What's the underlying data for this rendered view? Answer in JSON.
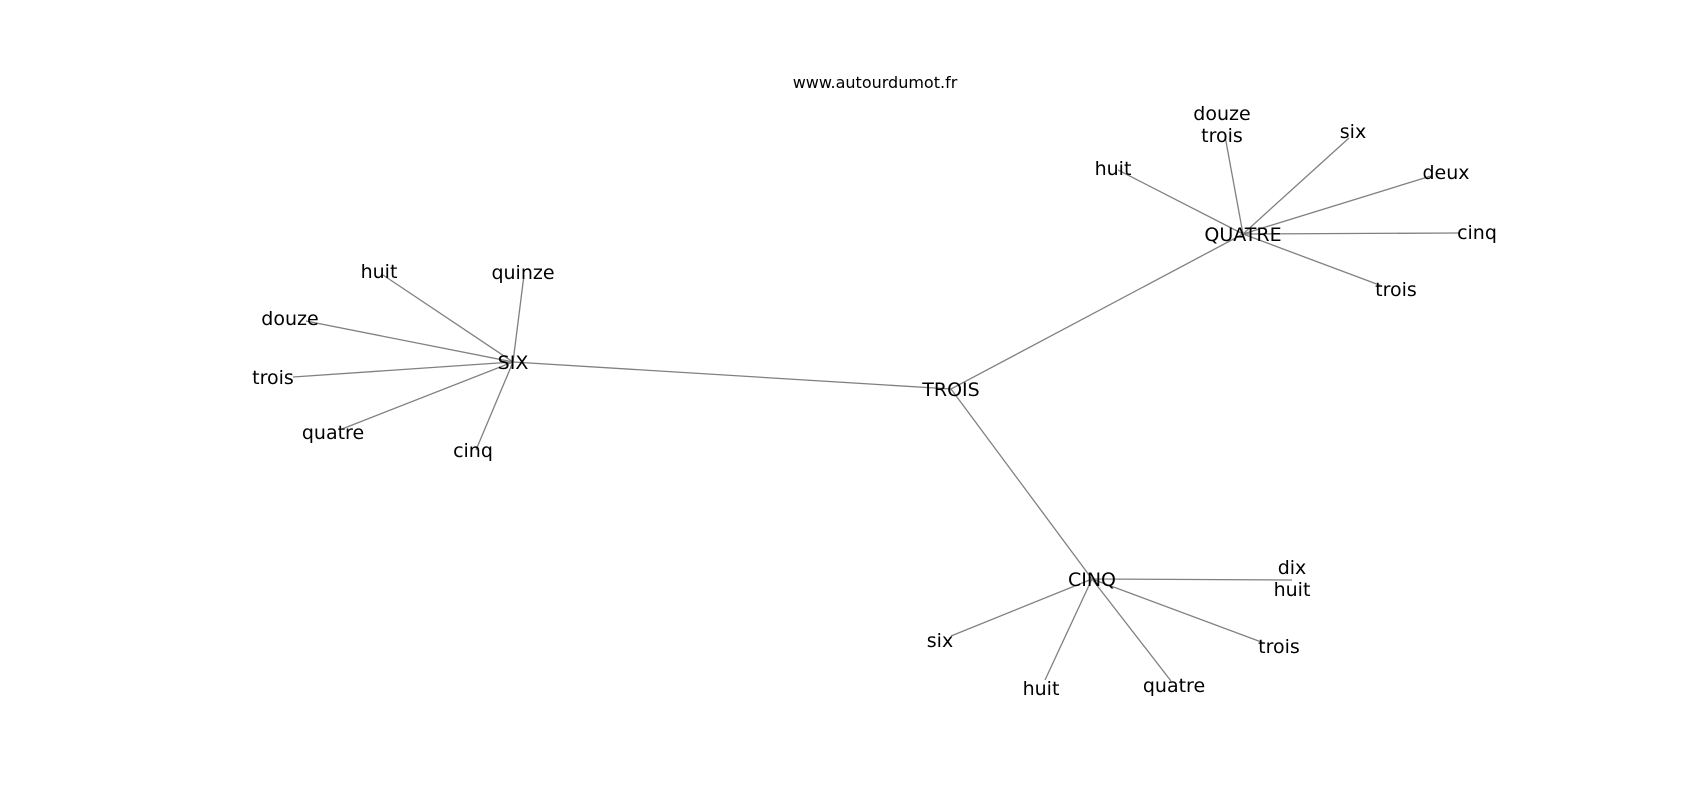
{
  "site": "www.autourdumot.fr",
  "graph": {
    "center": "TROIS",
    "hubs": [
      {
        "label": "SIX",
        "leaves": [
          "quinze",
          "huit",
          "douze",
          "trois",
          "quatre",
          "cinq"
        ]
      },
      {
        "label": "QUATRE",
        "leaves": [
          "douze trois",
          "six",
          "huit",
          "deux",
          "cinq",
          "trois"
        ]
      },
      {
        "label": "CINQ",
        "leaves": [
          "dix huit",
          "trois",
          "six",
          "huit",
          "quatre"
        ]
      }
    ]
  },
  "colors": {
    "edge": "#808080",
    "text": "#000000",
    "background": "#ffffff"
  }
}
